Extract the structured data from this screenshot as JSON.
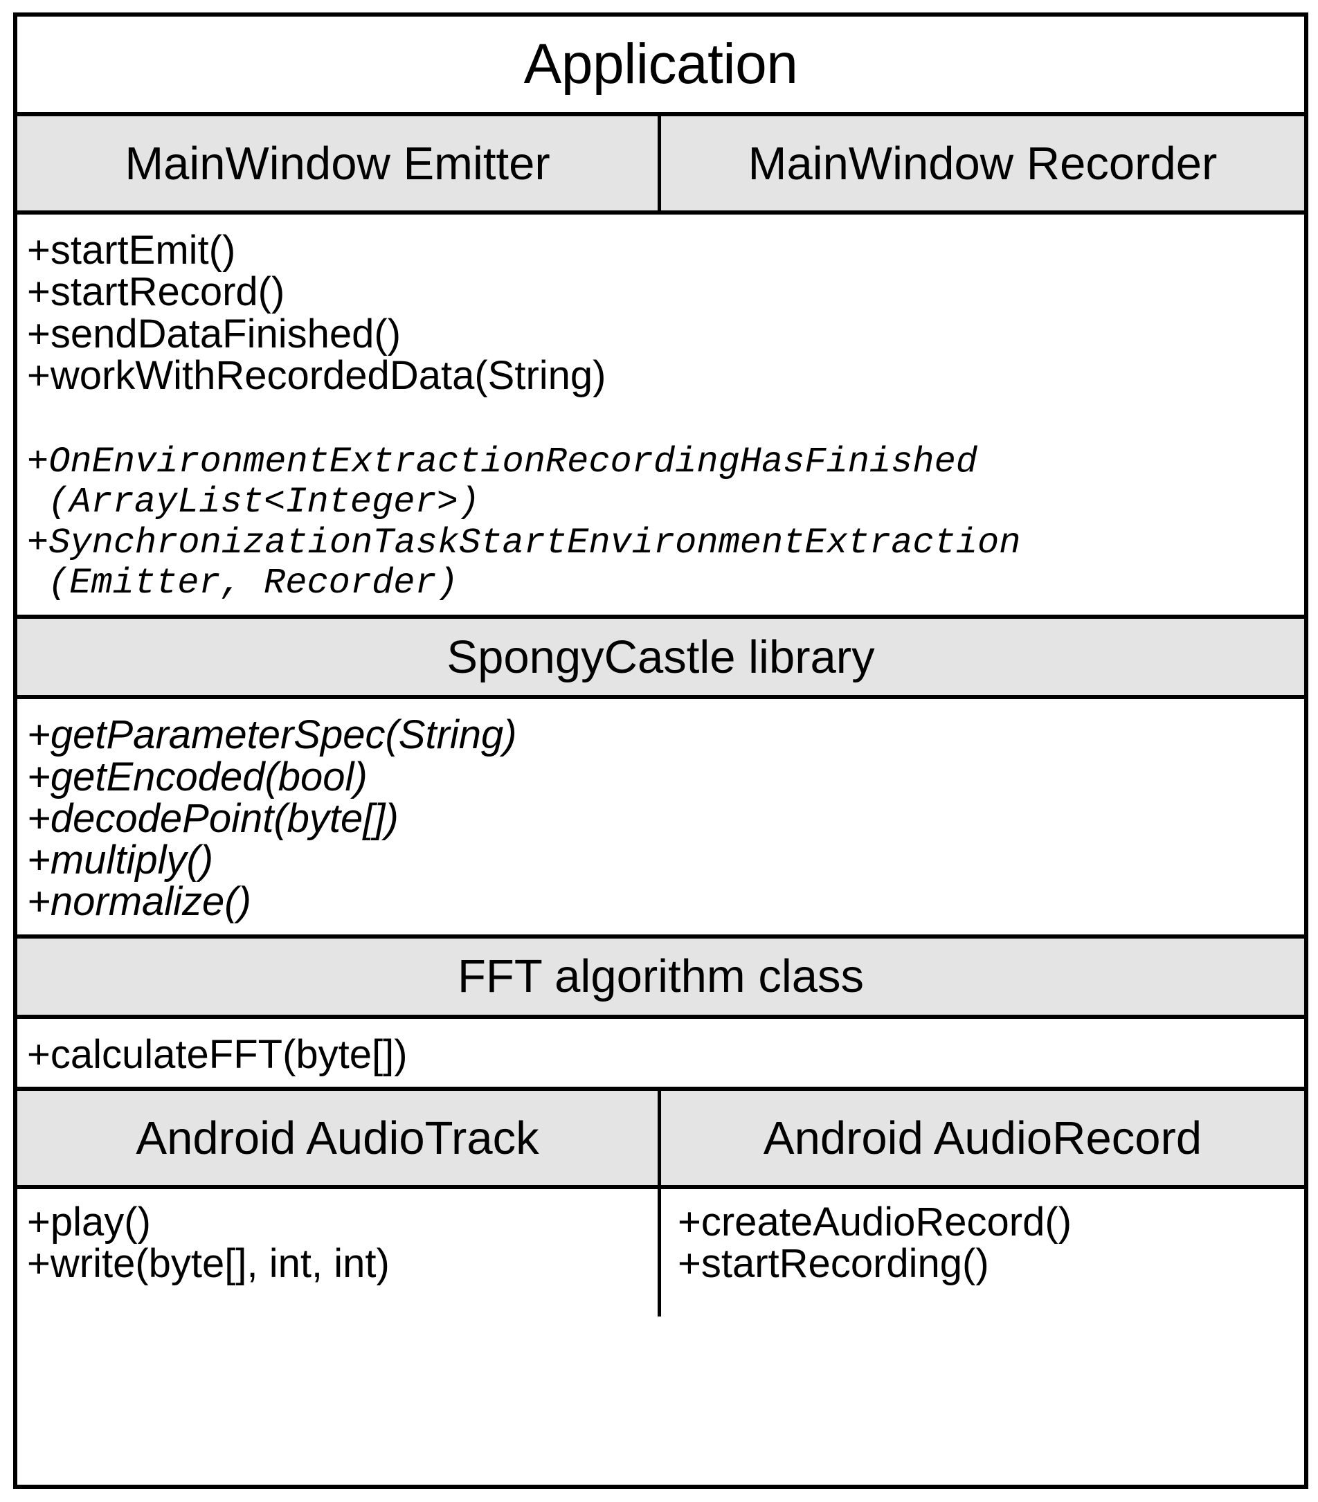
{
  "diagram": {
    "type": "uml-class-diagram",
    "title": "Application",
    "colors": {
      "header_fill": "#e4e4e4",
      "body_fill": "#ffffff",
      "stroke": "#000000"
    },
    "compartments": [
      {
        "id": "application-title",
        "kind": "title",
        "label": "Application"
      },
      {
        "id": "mainwindow-header",
        "kind": "split-header",
        "left_label": "MainWindow Emitter",
        "right_label": "MainWindow Recorder"
      },
      {
        "id": "mainwindow-methods",
        "kind": "methods",
        "lines": [
          {
            "text": "+startEmit()",
            "style": "plain",
            "continuation": false
          },
          {
            "text": "+startRecord()",
            "style": "plain",
            "continuation": false
          },
          {
            "text": "+sendDataFinished()",
            "style": "plain",
            "continuation": false
          },
          {
            "text": "+workWithRecordedData(String)",
            "style": "plain",
            "continuation": false
          },
          {
            "text": "",
            "style": "spacer",
            "continuation": false
          },
          {
            "text": "+OnEnvironmentExtractionRecordingHasFinished",
            "style": "italic-mono",
            "continuation": false
          },
          {
            "text": "(ArrayList<Integer>)",
            "style": "italic-mono",
            "continuation": true
          },
          {
            "text": "+SynchronizationTaskStartEnvironmentExtraction",
            "style": "italic-mono",
            "continuation": false
          },
          {
            "text": "(Emitter, Recorder)",
            "style": "italic-mono",
            "continuation": true
          }
        ]
      },
      {
        "id": "spongycastle-header",
        "kind": "center-header",
        "label": "SpongyCastle library"
      },
      {
        "id": "spongycastle-methods",
        "kind": "methods",
        "lines": [
          {
            "text": "+getParameterSpec(String)",
            "style": "italic-sans",
            "continuation": false
          },
          {
            "text": "+getEncoded(bool)",
            "style": "italic-sans",
            "continuation": false
          },
          {
            "text": "+decodePoint(byte[])",
            "style": "italic-sans",
            "continuation": false
          },
          {
            "text": "+multiply()",
            "style": "italic-sans",
            "continuation": false
          },
          {
            "text": "+normalize()",
            "style": "italic-sans",
            "continuation": false
          }
        ]
      },
      {
        "id": "fft-header",
        "kind": "center-header",
        "label": "FFT algorithm class"
      },
      {
        "id": "fft-methods",
        "kind": "methods",
        "lines": [
          {
            "text": "+calculateFFT(byte[])",
            "style": "plain",
            "continuation": false
          }
        ]
      },
      {
        "id": "android-header",
        "kind": "split-header",
        "left_label": "Android AudioTrack",
        "right_label": "Android AudioRecord"
      },
      {
        "id": "android-methods",
        "kind": "split-methods",
        "left_lines": [
          {
            "text": "+play()",
            "style": "plain"
          },
          {
            "text": "+write(byte[], int, int)",
            "style": "plain"
          }
        ],
        "right_lines": [
          {
            "text": "+createAudioRecord()",
            "style": "plain"
          },
          {
            "text": "+startRecording()",
            "style": "plain"
          }
        ]
      }
    ]
  }
}
